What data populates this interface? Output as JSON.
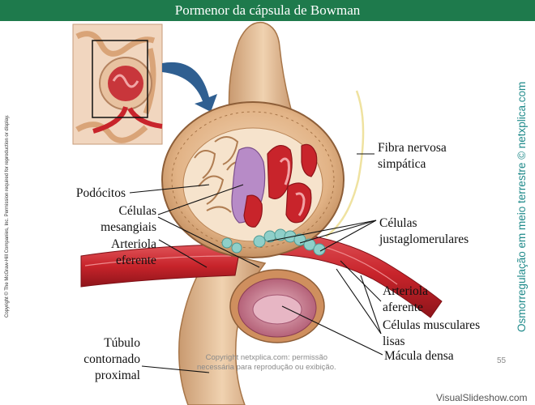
{
  "slide": {
    "title": "Pormenor da cápsula de Bowman",
    "copyright_side": "Copyright © The McGraw-Hill Companies, Inc. Permission required for reproduction or display.",
    "sidebar_vertical": "Osmorregulação em meio terrestre © netxplica.com",
    "watermark_line1": "Copyright netxplica.com: permissão",
    "watermark_line2": "necessária para reprodução ou exibição.",
    "page_number": "55",
    "site_logo": "VisualSlideshow.com"
  },
  "labels": {
    "fibra_line1": "Fibra nervosa",
    "fibra_line2": "simpática",
    "podocitos": "Podócitos",
    "celulas_mes_line1": "Células",
    "celulas_mes_line2": "mesangiais",
    "arteriola_eferente_line1": "Arteriola",
    "arteriola_eferente_line2": "eferente",
    "celulas_justa_line1": "Células",
    "celulas_justa_line2": "justaglomerulares",
    "arteriola_aferente_line1": "Arteriola",
    "arteriola_aferente_line2": "aferente",
    "celulas_musc_line1": "Células musculares",
    "celulas_musc_line2": "lisas",
    "macula_densa": "Mácula densa",
    "tubulo_line1": "Túbulo",
    "tubulo_line2": "contornado",
    "tubulo_line3": "proximal"
  },
  "colors": {
    "title_bar": "#1e7a4c",
    "sidebar_text": "#1f8a8a",
    "capsule_tan": "#d9a97a",
    "blood_red": "#c8242b",
    "mesangial_purple": "#b78bc7",
    "juxta_teal": "#8fcfc9",
    "macula_pink": "#c77a8e",
    "arrow_blue": "#2f5f91"
  }
}
